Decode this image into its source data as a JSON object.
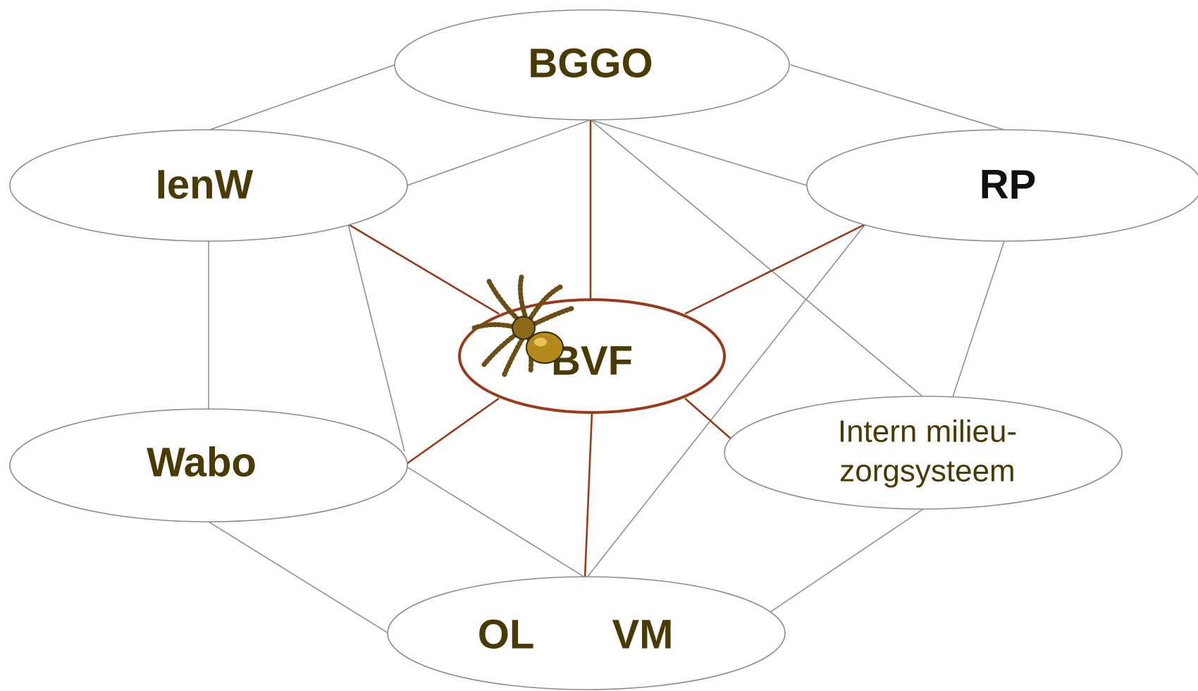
{
  "colors": {
    "label_brown": "#4a3a06",
    "label_black": "#111111",
    "edge_gray": "#8f8f8f",
    "edge_red": "#9b3a1a",
    "spider_body": "#b58a1c",
    "spider_leg": "#6b4e16"
  },
  "nodes": {
    "bggo": {
      "label": "BGGO"
    },
    "ienw": {
      "label": "IenW"
    },
    "rp": {
      "label": "RP"
    },
    "bvf": {
      "label": "BVF"
    },
    "wabo": {
      "label": "Wabo"
    },
    "intern": {
      "line1": "Intern milieu-",
      "line2": "zorgsysteem"
    },
    "bottom": {
      "left": "OL",
      "right": "VM"
    }
  },
  "decoration": {
    "icon": "spider-icon"
  }
}
